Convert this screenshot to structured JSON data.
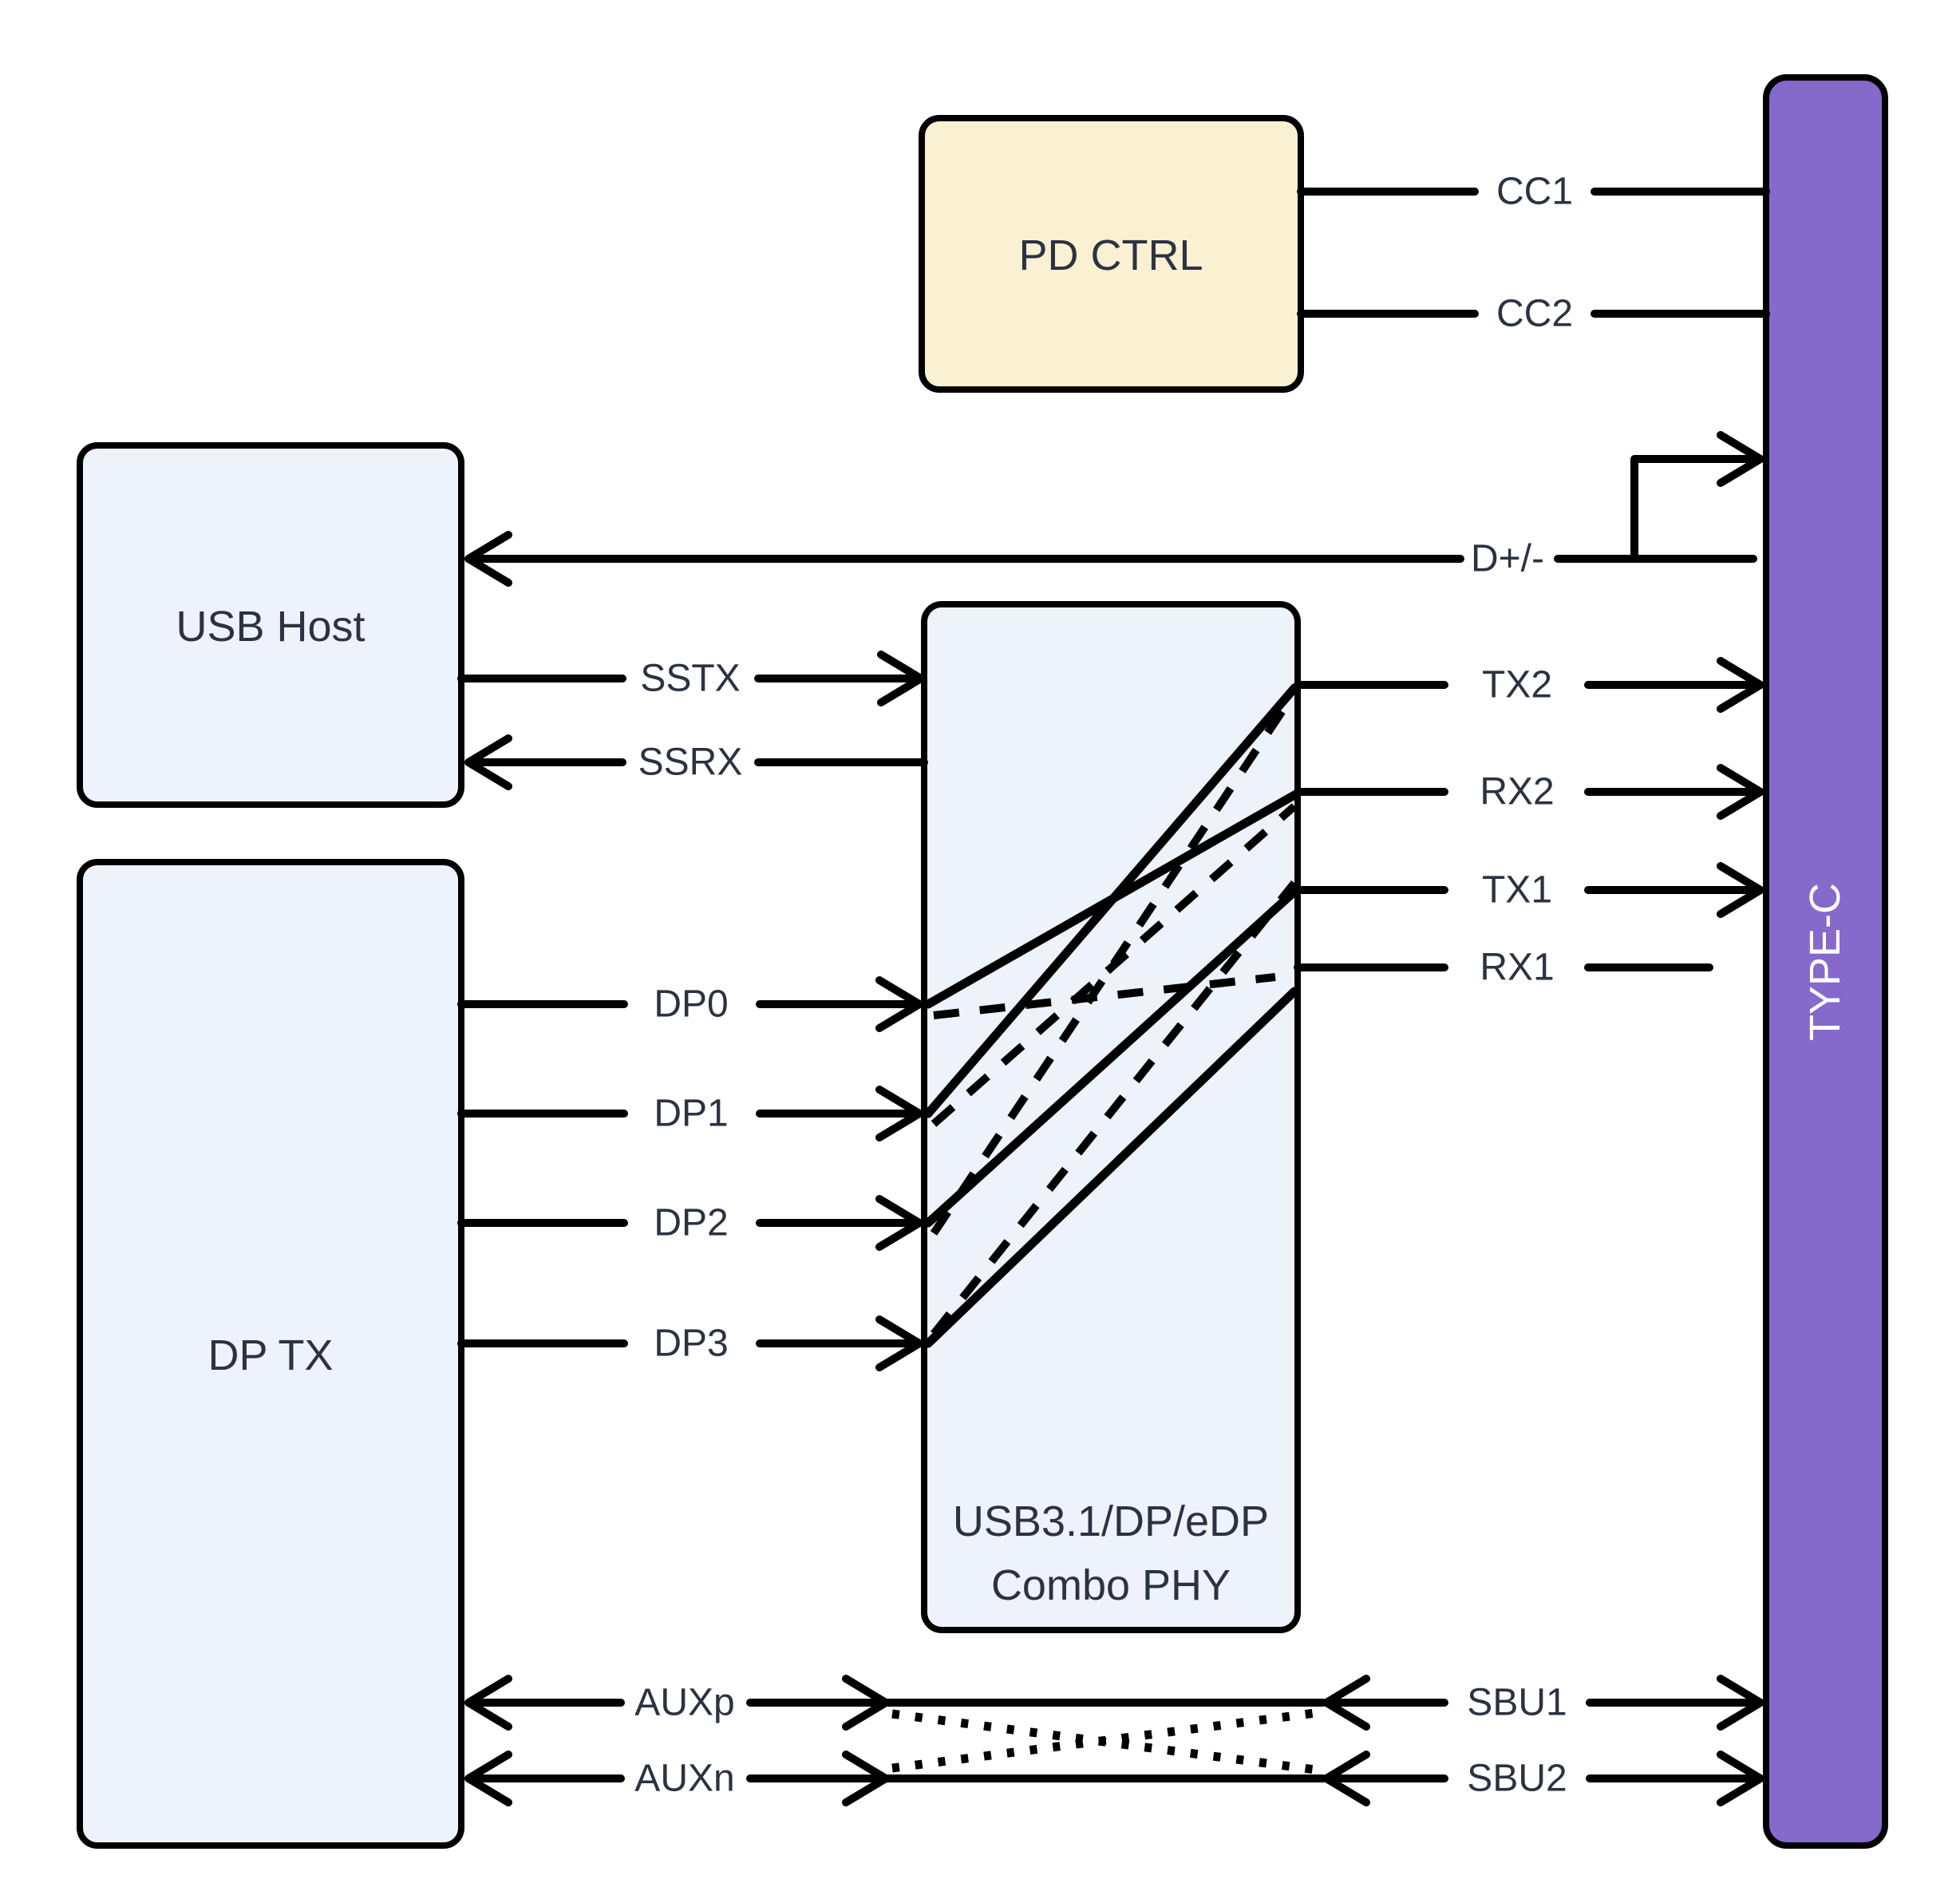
{
  "diagram": {
    "blocks": {
      "pd_ctrl": "PD CTRL",
      "usb_host": "USB Host",
      "dp_tx": "DP TX",
      "combo_phy_line1": "USB3.1/DP/eDP",
      "combo_phy_line2": "Combo PHY",
      "type_c": "TYPE-C"
    },
    "signals": {
      "cc1": "CC1",
      "cc2": "CC2",
      "dplus_minus": "D+/-",
      "sstx": "SSTX",
      "ssrx": "SSRX",
      "dp0": "DP0",
      "dp1": "DP1",
      "dp2": "DP2",
      "dp3": "DP3",
      "tx2": "TX2",
      "rx2": "RX2",
      "tx1": "TX1",
      "rx1": "RX1",
      "auxp": "AUXp",
      "auxn": "AUXn",
      "sbu1": "SBU1",
      "sbu2": "SBU2"
    },
    "colors": {
      "pd_ctrl_fill": "#faf0d2",
      "usb_host_fill": "#eef2fb",
      "dp_tx_fill": "#eef2fb",
      "combo_phy_fill": "#eef2fb",
      "type_c_fill": "#8569cb",
      "type_c_text": "#ffffff",
      "label_text": "#2b3342",
      "line": "#000000",
      "block_border": "#000000"
    }
  }
}
